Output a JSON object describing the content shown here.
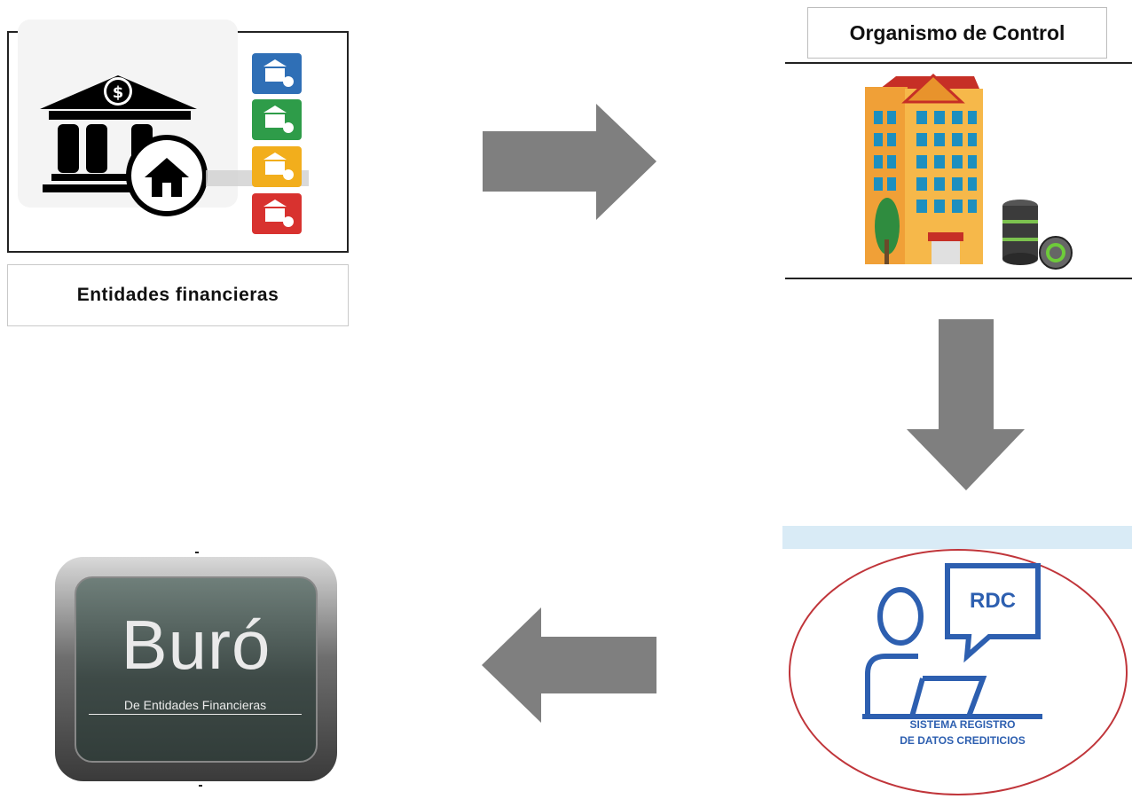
{
  "nodes": {
    "financial_entities": {
      "label": "Entidades financieras"
    },
    "control_body": {
      "label": "Organismo de Control"
    },
    "rdc": {
      "bubble": "RDC",
      "caption_line1": "SISTEMA REGISTRO",
      "caption_line2": "DE DATOS CREDITICIOS"
    },
    "bureau": {
      "title": "Buró",
      "subtitle": "De Entidades Financieras"
    }
  },
  "colors": {
    "arrow": "#7f7f7f",
    "rdc_blue": "#2d5fb0",
    "rdc_oval": "#c0353a",
    "tile_blue": "#2f6fb6",
    "tile_green": "#2e9c49",
    "tile_yellow": "#f2ae1c",
    "tile_red": "#d8322f"
  },
  "icons": [
    "bank-icon",
    "dollar-icon",
    "house-icon",
    "building-icon",
    "tree-icon",
    "database-icon",
    "user-icon",
    "speech-bubble-icon",
    "laptop-icon"
  ]
}
